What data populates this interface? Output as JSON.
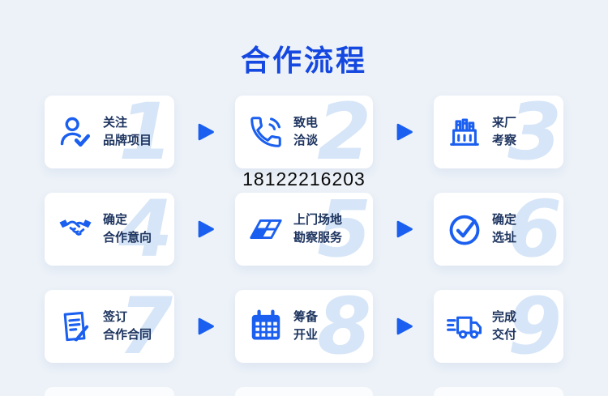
{
  "page": {
    "title": "合作流程",
    "phone_number": "18122216203"
  },
  "colors": {
    "background": "#edf2f8",
    "card_background": "#ffffff",
    "title_blue": "#1548e0",
    "accent_blue": "#1b5ff0",
    "text_navy": "#1e3560",
    "watermark_blue": "#d6e5f7",
    "phone_text": "#0a0a0a"
  },
  "steps": [
    {
      "number": "1",
      "line1": "关注",
      "line2": "品牌项目",
      "icon": "user-check-icon"
    },
    {
      "number": "2",
      "line1": "致电",
      "line2": "洽谈",
      "icon": "phone-call-icon"
    },
    {
      "number": "3",
      "line1": "来厂",
      "line2": "考察",
      "icon": "factory-icon"
    },
    {
      "number": "4",
      "line1": "确定",
      "line2": "合作意向",
      "icon": "handshake-icon"
    },
    {
      "number": "5",
      "line1": "上门场地",
      "line2": "勘察服务",
      "icon": "site-survey-icon"
    },
    {
      "number": "6",
      "line1": "确定",
      "line2": "选址",
      "icon": "check-circle-icon"
    },
    {
      "number": "7",
      "line1": "签订",
      "line2": "合作合同",
      "icon": "contract-sign-icon"
    },
    {
      "number": "8",
      "line1": "筹备",
      "line2": "开业",
      "icon": "calendar-icon"
    },
    {
      "number": "9",
      "line1": "完成",
      "line2": "交付",
      "icon": "delivery-truck-icon"
    }
  ]
}
